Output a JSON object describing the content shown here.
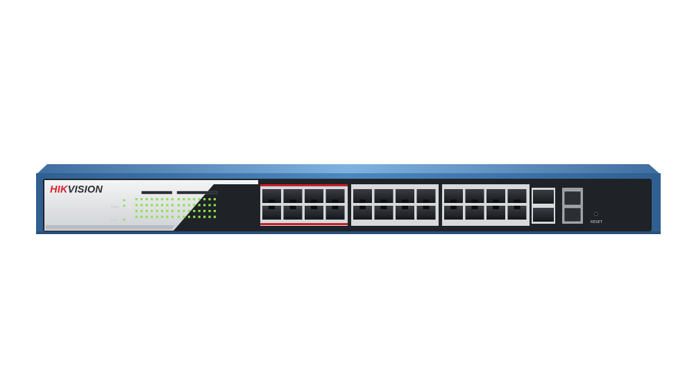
{
  "brand": {
    "prefix": "HIK",
    "suffix": "VISION",
    "accent": "#d9232b"
  },
  "front_panel": {
    "status_labels": [
      "Power",
      "Link"
    ],
    "reset_label": "RESET",
    "colors": {
      "chassis": "#4a86bd",
      "faceplate": "#1f2226",
      "poe_marker": "#c8202a",
      "led": "#8fe34a"
    }
  }
}
